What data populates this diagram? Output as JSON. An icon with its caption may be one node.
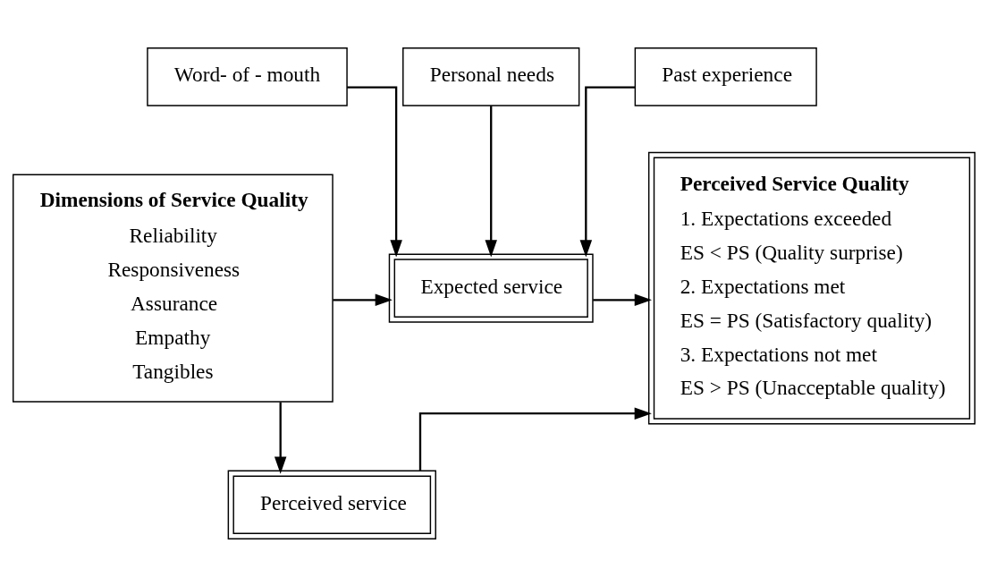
{
  "diagram": {
    "nodes": [
      {
        "text": [
          "Word- of - mouth"
        ]
      },
      {
        "text": [
          "Personal needs"
        ]
      },
      {
        "text": [
          "Past experience"
        ]
      },
      {
        "text": [
          "Dimensions of Service Quality",
          "Reliability",
          "Responsiveness",
          "Assurance",
          "Empathy",
          "Tangibles"
        ]
      },
      {
        "text": [
          "Expected service"
        ]
      },
      {
        "text": [
          "Perceived service"
        ]
      },
      {
        "text": [
          "Perceived Service Quality",
          "1. Expectations exceeded",
          "ES < PS (Quality surprise)",
          "2. Expectations met",
          "ES = PS (Satisfactory quality)",
          "3. Expectations not met",
          "ES > PS (Unacceptable quality)"
        ]
      }
    ],
    "edges": [
      {
        "from": 0,
        "to": 4,
        "arrow": "to"
      },
      {
        "from": 1,
        "to": 4,
        "arrow": "to"
      },
      {
        "from": 2,
        "to": 4,
        "arrow": "to"
      },
      {
        "from": 3,
        "to": 4,
        "arrow": "to"
      },
      {
        "from": 3,
        "to": 5,
        "arrow": "to"
      },
      {
        "from": 4,
        "to": 6,
        "arrow": "to"
      },
      {
        "from": 5,
        "to": 6,
        "arrow": "to"
      }
    ]
  }
}
